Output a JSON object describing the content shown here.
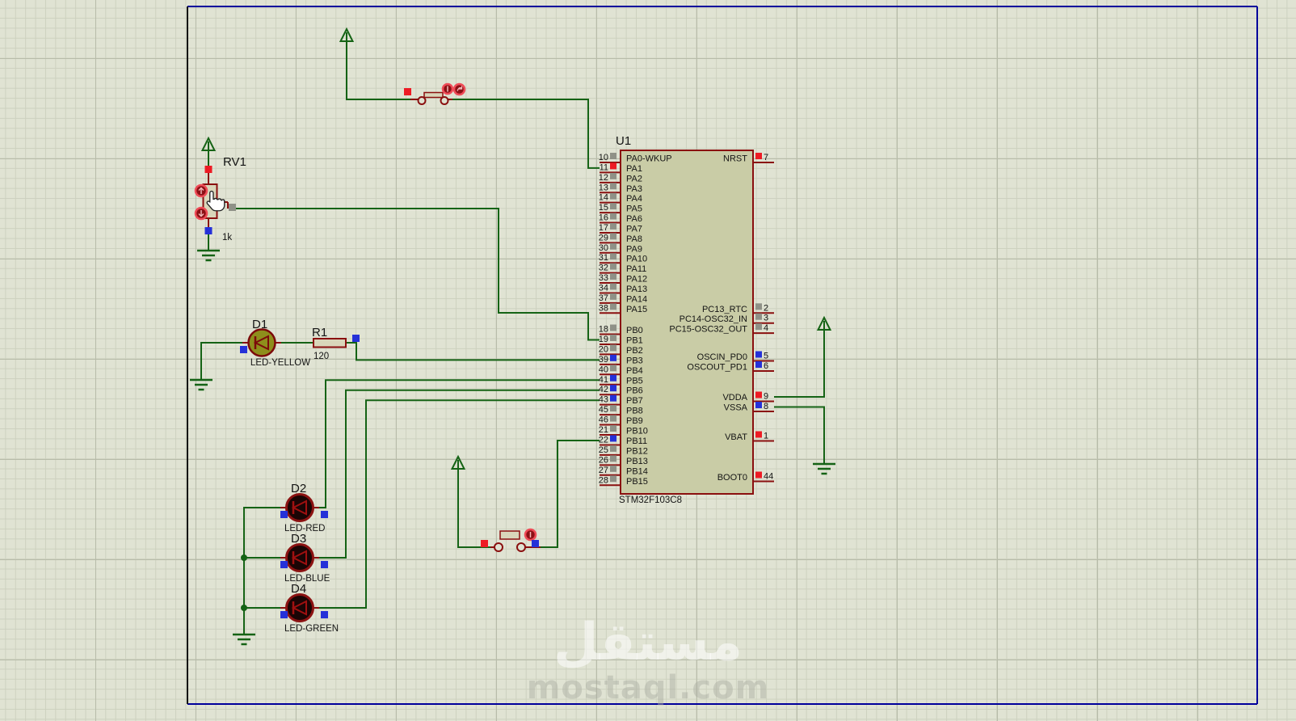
{
  "watermark": {
    "title": "مستقل",
    "domain": "mostaql.com"
  },
  "colors": {
    "wire": "#156315",
    "outline": "#8a0f0f",
    "chip_fill": "#c9cca6",
    "body_fill": "#d9d6ba",
    "led_yellow": "#8e8e1c",
    "led_off": "#1a0505",
    "state_red": "#ed1b24",
    "state_blue": "#2531d8",
    "state_gray": "#8f9187",
    "actuator_ring": "#ef4b57",
    "actuator_fill": "#8c1015",
    "sheet_border": "#00009b"
  },
  "chip": {
    "ref": "U1",
    "part": "STM32F103C8",
    "left_pins": [
      {
        "num": "10",
        "name": "PA0-WKUP",
        "state": "gray"
      },
      {
        "num": "11",
        "name": "PA1",
        "state": "red"
      },
      {
        "num": "12",
        "name": "PA2",
        "state": "gray"
      },
      {
        "num": "13",
        "name": "PA3",
        "state": "gray"
      },
      {
        "num": "14",
        "name": "PA4",
        "state": "gray"
      },
      {
        "num": "15",
        "name": "PA5",
        "state": "gray"
      },
      {
        "num": "16",
        "name": "PA6",
        "state": "gray"
      },
      {
        "num": "17",
        "name": "PA7",
        "state": "gray"
      },
      {
        "num": "29",
        "name": "PA8",
        "state": "gray"
      },
      {
        "num": "30",
        "name": "PA9",
        "state": "gray"
      },
      {
        "num": "31",
        "name": "PA10",
        "state": "gray"
      },
      {
        "num": "32",
        "name": "PA11",
        "state": "gray"
      },
      {
        "num": "33",
        "name": "PA12",
        "state": "gray"
      },
      {
        "num": "34",
        "name": "PA13",
        "state": "gray"
      },
      {
        "num": "37",
        "name": "PA14",
        "state": "gray"
      },
      {
        "num": "38",
        "name": "PA15",
        "state": "gray"
      },
      {
        "num": "18",
        "name": "PB0",
        "state": "gray"
      },
      {
        "num": "19",
        "name": "PB1",
        "state": "gray"
      },
      {
        "num": "20",
        "name": "PB2",
        "state": "gray"
      },
      {
        "num": "39",
        "name": "PB3",
        "state": "blue"
      },
      {
        "num": "40",
        "name": "PB4",
        "state": "gray"
      },
      {
        "num": "41",
        "name": "PB5",
        "state": "blue"
      },
      {
        "num": "42",
        "name": "PB6",
        "state": "blue"
      },
      {
        "num": "43",
        "name": "PB7",
        "state": "blue"
      },
      {
        "num": "45",
        "name": "PB8",
        "state": "gray"
      },
      {
        "num": "46",
        "name": "PB9",
        "state": "gray"
      },
      {
        "num": "21",
        "name": "PB10",
        "state": "gray"
      },
      {
        "num": "22",
        "name": "PB11",
        "state": "blue"
      },
      {
        "num": "25",
        "name": "PB12",
        "state": "gray"
      },
      {
        "num": "26",
        "name": "PB13",
        "state": "gray"
      },
      {
        "num": "27",
        "name": "PB14",
        "state": "gray"
      },
      {
        "num": "28",
        "name": "PB15",
        "state": "gray"
      }
    ],
    "right_pins": [
      {
        "num": "7",
        "name": "NRST",
        "state": "red"
      },
      {
        "num": "2",
        "name": "PC13_RTC",
        "state": "gray"
      },
      {
        "num": "3",
        "name": "PC14-OSC32_IN",
        "state": "gray"
      },
      {
        "num": "4",
        "name": "PC15-OSC32_OUT",
        "state": "gray"
      },
      {
        "num": "5",
        "name": "OSCIN_PD0",
        "state": "blue"
      },
      {
        "num": "6",
        "name": "OSCOUT_PD1",
        "state": "blue"
      },
      {
        "num": "9",
        "name": "VDDA",
        "state": "red"
      },
      {
        "num": "8",
        "name": "VSSA",
        "state": "blue"
      },
      {
        "num": "1",
        "name": "VBAT",
        "state": "red"
      },
      {
        "num": "44",
        "name": "BOOT0",
        "state": "red"
      }
    ]
  },
  "components": {
    "rv1": {
      "ref": "RV1",
      "value": "1k"
    },
    "r1": {
      "ref": "R1",
      "value": "120"
    },
    "d1": {
      "ref": "D1",
      "type": "LED-YELLOW"
    },
    "d2": {
      "ref": "D2",
      "type": "LED-RED"
    },
    "d3": {
      "ref": "D3",
      "type": "LED-BLUE"
    },
    "d4": {
      "ref": "D4",
      "type": "LED-GREEN"
    }
  }
}
